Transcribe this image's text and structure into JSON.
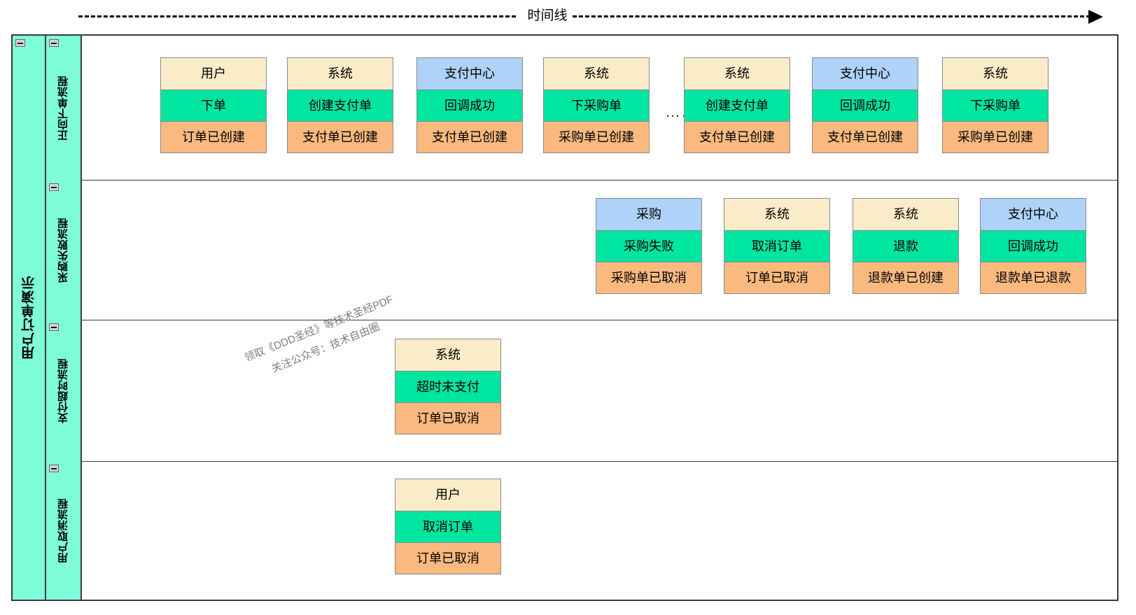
{
  "timeline": {
    "label": "时间线",
    "arrow_icon": "arrow-right-icon"
  },
  "pool": {
    "title": "用户订单演示"
  },
  "colors": {
    "lane_header": "#7ffcd8",
    "actor_default": "#faecc8",
    "actor_external": "#aed2f8",
    "action": "#00e5a0",
    "state": "#f9b97f",
    "border": "#8a8a8a",
    "frame": "#3a3a3a"
  },
  "lanes": [
    {
      "title": "正向下单流程",
      "collapse_icon": "collapse-minus-icon",
      "ellipsis": "……",
      "cards": [
        {
          "actor": "用户",
          "actor_type": "default",
          "action": "下单",
          "state": "订单已创建"
        },
        {
          "actor": "系统",
          "actor_type": "default",
          "action": "创建支付单",
          "state": "支付单已创建"
        },
        {
          "actor": "支付中心",
          "actor_type": "external",
          "action": "回调成功",
          "state": "支付单已创建"
        },
        {
          "actor": "系统",
          "actor_type": "default",
          "action": "下采购单",
          "state": "采购单已创建"
        },
        {
          "actor": "系统",
          "actor_type": "default",
          "action": "创建支付单",
          "state": "支付单已创建"
        },
        {
          "actor": "支付中心",
          "actor_type": "external",
          "action": "回调成功",
          "state": "支付单已创建"
        },
        {
          "actor": "系统",
          "actor_type": "default",
          "action": "下采购单",
          "state": "采购单已创建"
        }
      ]
    },
    {
      "title": "采购失败流程",
      "collapse_icon": "collapse-minus-icon",
      "cards": [
        {
          "actor": "采购",
          "actor_type": "external",
          "action": "采购失败",
          "state": "采购单已取消"
        },
        {
          "actor": "系统",
          "actor_type": "default",
          "action": "取消订单",
          "state": "订单已取消"
        },
        {
          "actor": "系统",
          "actor_type": "default",
          "action": "退款",
          "state": "退款单已创建"
        },
        {
          "actor": "支付中心",
          "actor_type": "external",
          "action": "回调成功",
          "state": "退款单已退款"
        }
      ]
    },
    {
      "title": "支付超时流程",
      "collapse_icon": "collapse-minus-icon",
      "cards": [
        {
          "actor": "系统",
          "actor_type": "default",
          "action": "超时未支付",
          "state": "订单已取消"
        }
      ]
    },
    {
      "title": "用户取消流程",
      "collapse_icon": "collapse-minus-icon",
      "cards": [
        {
          "actor": "用户",
          "actor_type": "default",
          "action": "取消订单",
          "state": "订单已取消"
        }
      ]
    }
  ],
  "watermark": {
    "line1": "领取《DDD圣经》等技术圣经PDF",
    "line2": "关注公众号：技术自由圈"
  }
}
